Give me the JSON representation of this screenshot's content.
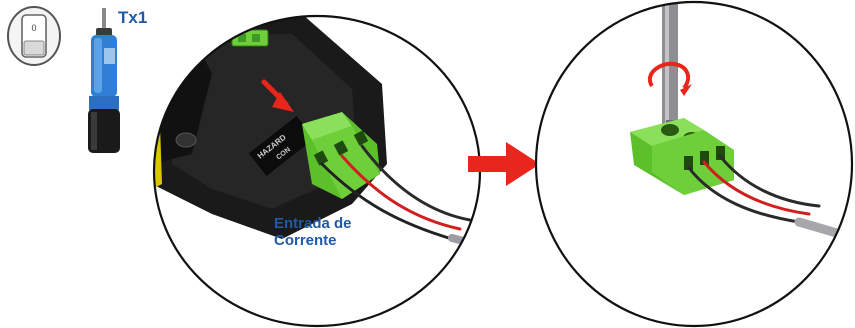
{
  "power_switch": {
    "label": "0",
    "icon": "power-switch-off-icon"
  },
  "transmitter": {
    "label": "Tx1",
    "icon": "ultrasonic-transmitter-icon"
  },
  "terminal_label": {
    "line1": "Entrada de",
    "line2": "Corrente"
  },
  "housing_text": {
    "line1": "HAZARD",
    "line2": "CON"
  },
  "colors": {
    "label_blue": "#1f5aa6",
    "arrow_red": "#e8261c",
    "connector_green": "#6fcf3a",
    "housing_black": "#161616",
    "sensor_blue": "#2f7fd6"
  }
}
